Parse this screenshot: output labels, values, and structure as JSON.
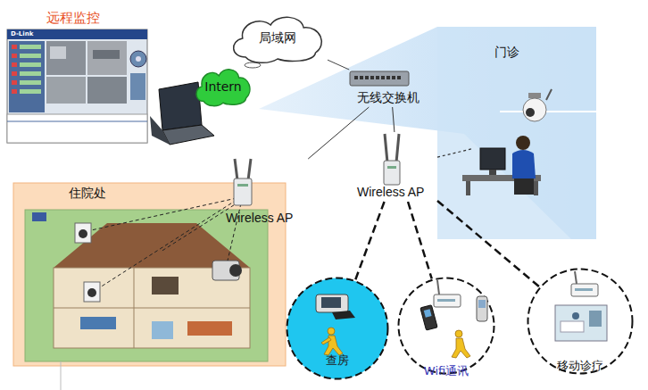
{
  "diagram": {
    "nodes": [
      {
        "text": [
          "远程监控"
        ]
      },
      {
        "text": [
          "局域网"
        ]
      },
      {
        "text": [
          "门诊"
        ]
      },
      {
        "text": [
          "Intern"
        ]
      },
      {
        "text": [
          "无线交换机"
        ]
      },
      {
        "text": [
          "住院处"
        ]
      },
      {
        "text": [
          "Wireless AP"
        ],
        "in": 5
      },
      {
        "text": [
          "Wireless AP"
        ]
      },
      {
        "text": [
          "查房"
        ]
      },
      {
        "text": [
          "Wifi通讯"
        ]
      },
      {
        "text": [
          "移动诊疗"
        ]
      }
    ],
    "edges": [
      {
        "from": 1,
        "to": 4,
        "arrow": "none"
      },
      {
        "from": 4,
        "to": 6,
        "arrow": "none"
      },
      {
        "from": 4,
        "to": 7,
        "arrow": "none"
      },
      {
        "from": 7,
        "to": 2,
        "arrow": "none"
      },
      {
        "from": 7,
        "to": 8,
        "arrow": "none"
      },
      {
        "from": 7,
        "to": 9,
        "arrow": "none"
      },
      {
        "from": 7,
        "to": 10,
        "arrow": "none"
      }
    ],
    "labels": [
      "D-Link"
    ]
  }
}
